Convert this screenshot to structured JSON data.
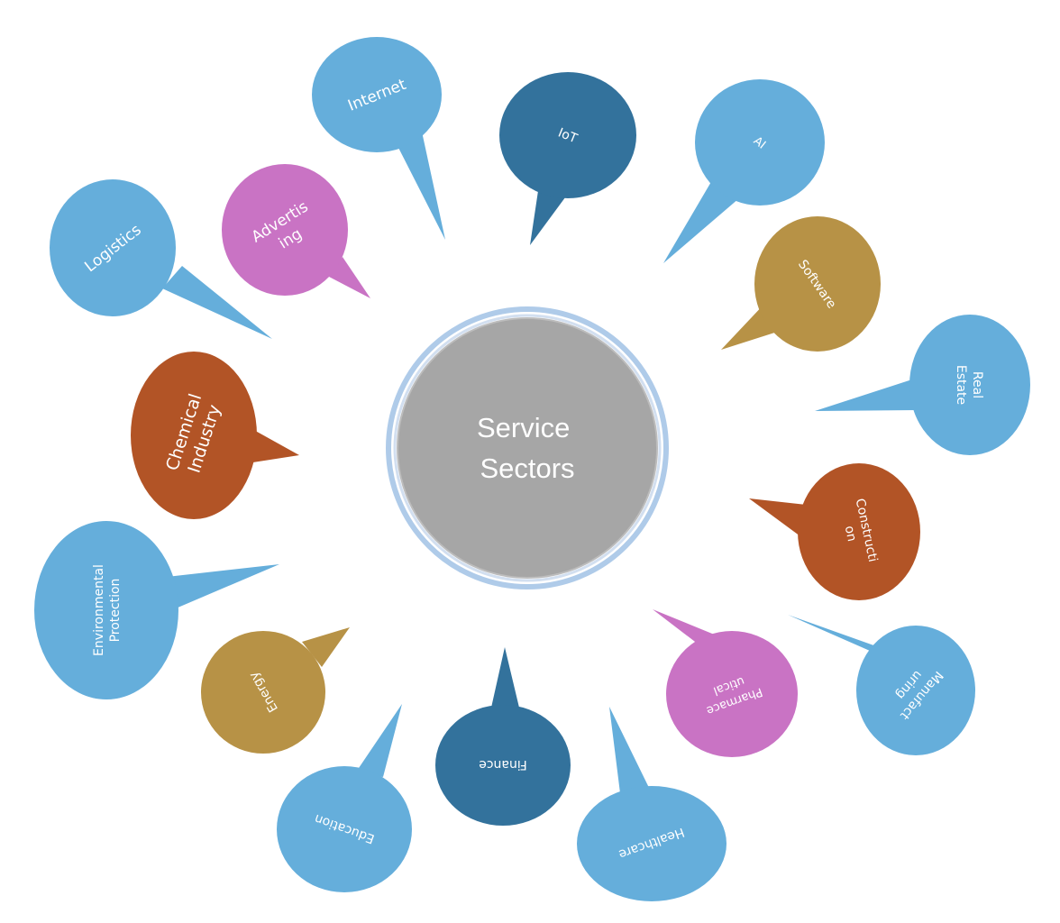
{
  "center": {
    "lines": [
      "Service",
      "Sectors"
    ]
  },
  "colors": {
    "light_blue": "#65aedb",
    "dark_blue": "#33729c",
    "orchid": "#c973c4",
    "gold": "#b79246",
    "rust": "#b25426",
    "center_fill": "#a6a6a6",
    "center_ring": "#afcbe9",
    "label": "#ffffff"
  },
  "sectors": [
    {
      "id": "internet",
      "lines": [
        "Internet"
      ],
      "color": "light_blue"
    },
    {
      "id": "iot",
      "lines": [
        "IoT"
      ],
      "color": "dark_blue"
    },
    {
      "id": "ai",
      "lines": [
        "AI"
      ],
      "color": "light_blue"
    },
    {
      "id": "software",
      "lines": [
        "Software"
      ],
      "color": "gold"
    },
    {
      "id": "real-estate",
      "lines": [
        "Real",
        "Estate"
      ],
      "color": "light_blue"
    },
    {
      "id": "construction",
      "lines": [
        "Constructi",
        "on"
      ],
      "color": "rust"
    },
    {
      "id": "manufacturing",
      "lines": [
        "Manufact",
        "uring"
      ],
      "color": "light_blue"
    },
    {
      "id": "pharmaceutical",
      "lines": [
        "Pharmace",
        "utical"
      ],
      "color": "orchid"
    },
    {
      "id": "healthcare",
      "lines": [
        "Healthcare"
      ],
      "color": "light_blue"
    },
    {
      "id": "finance",
      "lines": [
        "Finance"
      ],
      "color": "dark_blue"
    },
    {
      "id": "education",
      "lines": [
        "Education"
      ],
      "color": "light_blue"
    },
    {
      "id": "energy",
      "lines": [
        "Energy"
      ],
      "color": "gold"
    },
    {
      "id": "environmental-protection",
      "lines": [
        "Environmental",
        "Protection"
      ],
      "color": "light_blue"
    },
    {
      "id": "chemical-industry",
      "lines": [
        "Chemical",
        "Industry"
      ],
      "color": "rust"
    },
    {
      "id": "logistics",
      "lines": [
        "Logistics"
      ],
      "color": "light_blue"
    },
    {
      "id": "advertising",
      "lines": [
        "Advertis",
        "ing"
      ],
      "color": "orchid"
    }
  ]
}
